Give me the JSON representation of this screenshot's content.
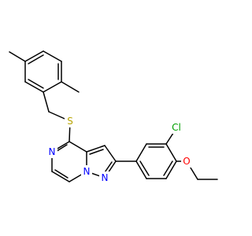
{
  "molecule": {
    "atom_labels": {
      "sulfur": "S",
      "nitrogen_pyrazine": "N",
      "nitrogen_bridge": "N",
      "nitrogen_pyrazole": "N",
      "chlorine": "Cl",
      "oxygen": "O"
    },
    "colors": {
      "carbon_bond": "#000000",
      "sulfur": "#b8a400",
      "nitrogen": "#0000ff",
      "chlorine": "#00a000",
      "oxygen": "#ff0000"
    }
  }
}
